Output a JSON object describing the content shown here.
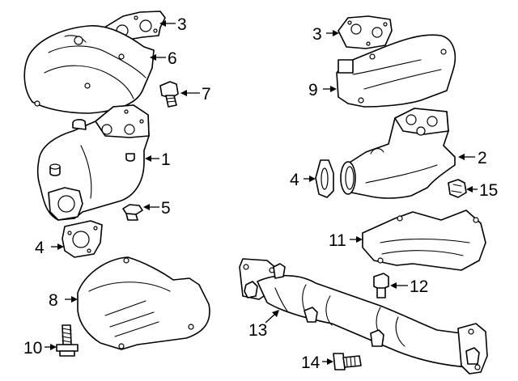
{
  "diagram": {
    "background": "#ffffff",
    "line_color": "#000000",
    "callouts": [
      {
        "id": "c3a",
        "label": "3"
      },
      {
        "id": "c6",
        "label": "6"
      },
      {
        "id": "c7",
        "label": "7"
      },
      {
        "id": "c1",
        "label": "1"
      },
      {
        "id": "c5",
        "label": "5"
      },
      {
        "id": "c4a",
        "label": "4"
      },
      {
        "id": "c8",
        "label": "8"
      },
      {
        "id": "c10",
        "label": "10"
      },
      {
        "id": "c3b",
        "label": "3"
      },
      {
        "id": "c9",
        "label": "9"
      },
      {
        "id": "c2",
        "label": "2"
      },
      {
        "id": "c4b",
        "label": "4"
      },
      {
        "id": "c15",
        "label": "15"
      },
      {
        "id": "c11",
        "label": "11"
      },
      {
        "id": "c12",
        "label": "12"
      },
      {
        "id": "c13",
        "label": "13"
      },
      {
        "id": "c14",
        "label": "14"
      }
    ]
  }
}
